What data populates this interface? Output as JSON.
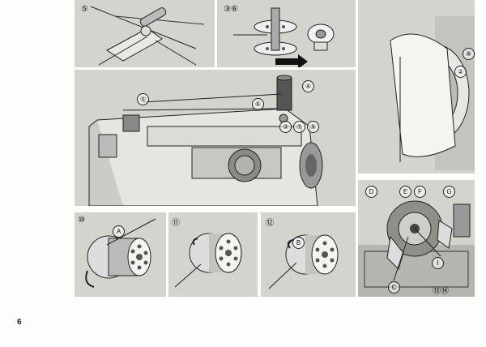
{
  "page_number": "6",
  "figures": {
    "fig_5": {
      "label": "⑤"
    },
    "fig_3_6": {
      "label": "③⑥"
    },
    "fig_8_2": {
      "callouts": [
        "⑧",
        "②"
      ]
    },
    "fig_main": {
      "callouts": [
        "⑤",
        "④",
        "⑥",
        "③",
        "⑦",
        "⑨"
      ]
    },
    "fig_10": {
      "label": "⑩",
      "callouts": [
        "A"
      ]
    },
    "fig_11": {
      "label": "⑪"
    },
    "fig_12": {
      "label": "⑫",
      "callouts": [
        "B"
      ]
    },
    "fig_13_14": {
      "label": "⑬⑭",
      "callouts": [
        "D",
        "E",
        "F",
        "G",
        "I",
        "C"
      ]
    }
  }
}
